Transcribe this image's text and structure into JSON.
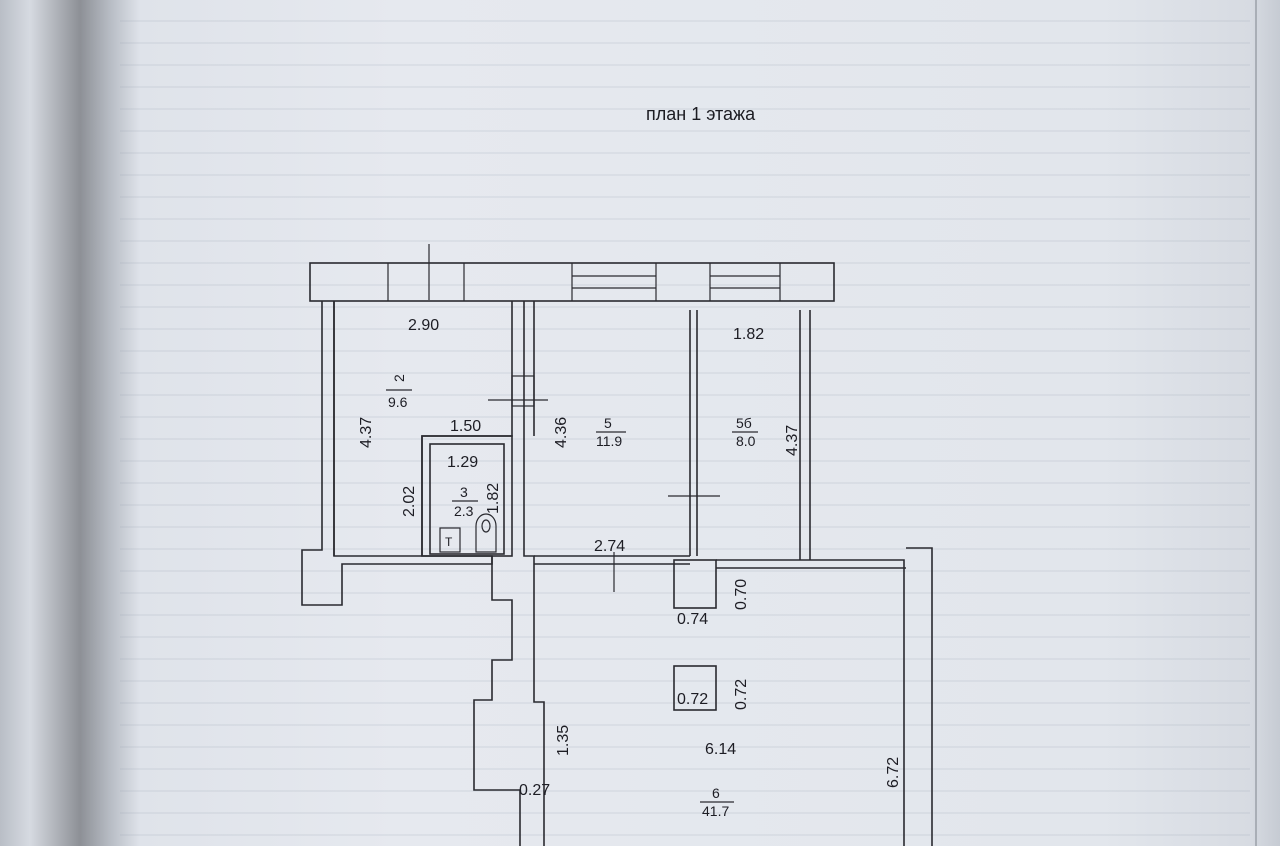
{
  "plan_title": "план 1 этажа",
  "dimensions": {
    "d_290": "2.90",
    "d_182_top": "1.82",
    "d_437_left": "4.37",
    "d_150": "1.50",
    "d_436": "4.36",
    "d_437_right": "4.37",
    "d_129": "1.29",
    "d_202": "2.02",
    "d_182_small": "1.82",
    "d_274": "2.74",
    "d_070": "0.70",
    "d_074": "0.74",
    "d_072_box": "0.72",
    "d_072_side": "0.72",
    "d_135": "1.35",
    "d_614": "6.14",
    "d_027": "0.27",
    "d_672": "6.72"
  },
  "rooms": [
    {
      "number": "2",
      "area": "9.6"
    },
    {
      "number": "3",
      "area": "2.3"
    },
    {
      "number": "5",
      "area": "11.9"
    },
    {
      "number": "5б",
      "area": "8.0"
    },
    {
      "number": "6",
      "area": "41.7"
    }
  ],
  "fixtures": {
    "toilet_symbol": "T"
  }
}
